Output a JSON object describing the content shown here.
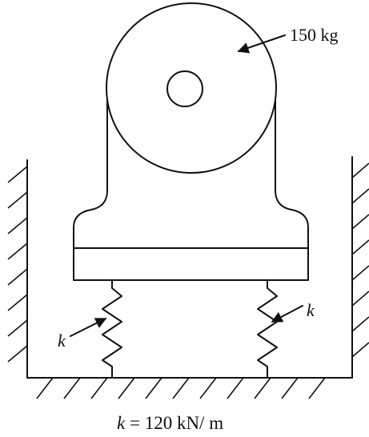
{
  "labels": {
    "mass": "150 kg",
    "spring_left": "k",
    "spring_right": "k",
    "equation_var": "k",
    "equation_rest": " = 120 kN/ m"
  }
}
